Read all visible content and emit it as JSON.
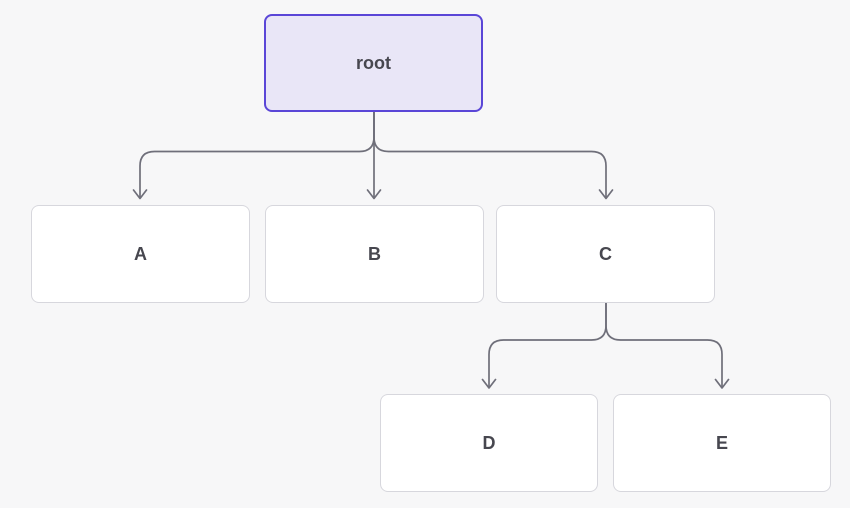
{
  "diagram": {
    "type": "tree",
    "nodes": [
      {
        "id": "root",
        "label": "root",
        "variant": "accent"
      },
      {
        "id": "A",
        "label": "A",
        "variant": "default"
      },
      {
        "id": "B",
        "label": "B",
        "variant": "default"
      },
      {
        "id": "C",
        "label": "C",
        "variant": "default"
      },
      {
        "id": "D",
        "label": "D",
        "variant": "default"
      },
      {
        "id": "E",
        "label": "E",
        "variant": "default"
      }
    ],
    "edges": [
      {
        "from": "root",
        "to": "A"
      },
      {
        "from": "root",
        "to": "B"
      },
      {
        "from": "root",
        "to": "C"
      },
      {
        "from": "C",
        "to": "D"
      },
      {
        "from": "C",
        "to": "E"
      }
    ]
  },
  "colors": {
    "background": "#f7f7f8",
    "node-fill": "#ffffff",
    "node-border": "#d7d7dd",
    "accent-fill": "#e9e6f7",
    "accent-border": "#5a46d7",
    "line-color": "#6f6f7a",
    "text-color": "#47474f"
  }
}
